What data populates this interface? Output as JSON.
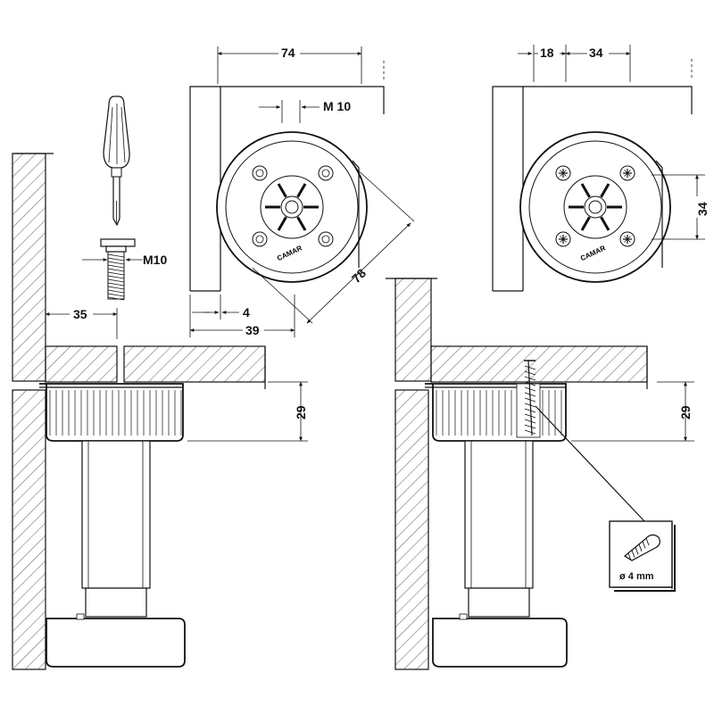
{
  "dimensions": {
    "side_width": "74",
    "thread_top": "M 10",
    "thread_screw": "M10",
    "hole_offset": "35",
    "diagonal": "78",
    "small_offset": "4",
    "base_offset": "39",
    "offset_18": "18",
    "offset_34_top": "34",
    "height_34": "34",
    "height_left": "29",
    "height_right": "29"
  },
  "brand": {
    "logo_left": "CAMAR",
    "logo_right": "CAMAR"
  },
  "screw_callout": {
    "label": "ø 4 mm"
  }
}
